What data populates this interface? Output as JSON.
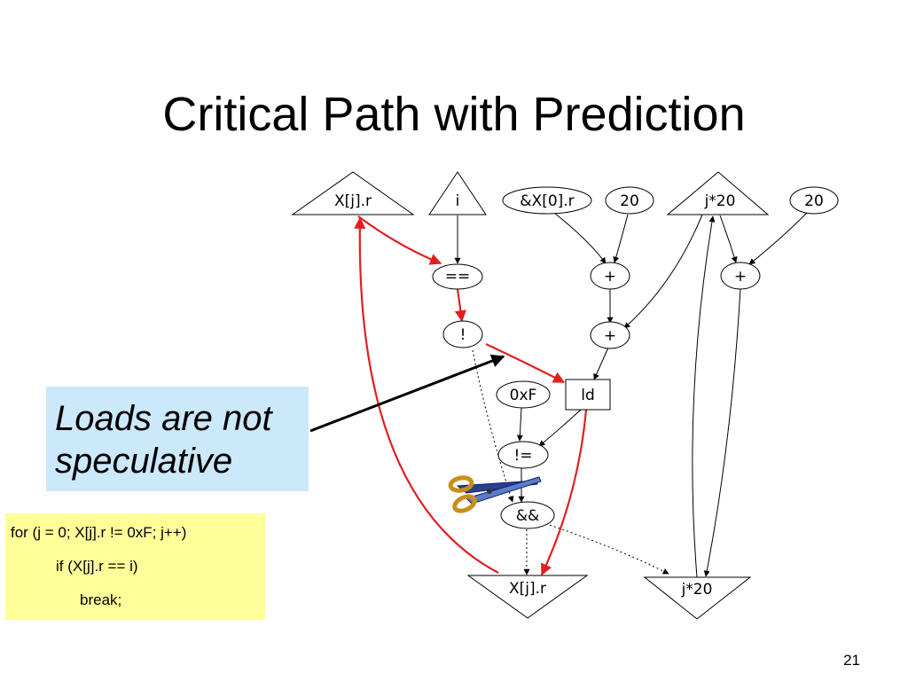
{
  "slide": {
    "title": "Critical Path with Prediction",
    "slide_number": "21"
  },
  "callout": {
    "line1": "Loads are not",
    "line2": "speculative"
  },
  "code": {
    "line1": "for (j = 0; X[j].r != 0xF; j++)",
    "line2": "if (X[j].r == i)",
    "line3": "break;"
  },
  "diagram": {
    "nodes": {
      "xj_r_in": "X[j].r",
      "i_in": "i",
      "x0_r": "&X[0].r",
      "c20_a": "20",
      "j20_in": "j*20",
      "c20_b": "20",
      "eq": "==",
      "add1": "+",
      "add2": "+",
      "add3": "+",
      "not": "!",
      "c0xF": "0xF",
      "ld": "ld",
      "neq": "!=",
      "and": "&&",
      "xj_r_out": "X[j].r",
      "j20_out": "j*20"
    },
    "colors": {
      "critical_path": "#e02020",
      "edge": "#000000",
      "callout_bg": "#cce8fb",
      "code_bg": "#ffff99"
    },
    "icon": "scissors-icon"
  }
}
